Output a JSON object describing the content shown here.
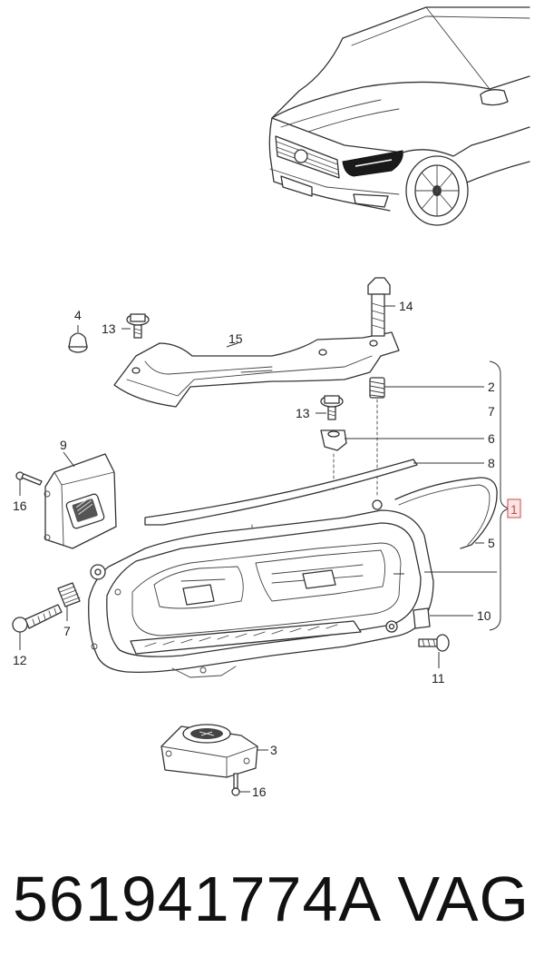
{
  "callouts": {
    "c1": "1",
    "c2": "2",
    "c3": "3",
    "c4": "4",
    "c5": "5",
    "c6": "6",
    "c7a": "7",
    "c7b": "7",
    "c8": "8",
    "c9": "9",
    "c10": "10",
    "c11": "11",
    "c12": "12",
    "c13a": "13",
    "c13b": "13",
    "c14": "14",
    "c15": "15",
    "c16a": "16",
    "c16b": "16"
  },
  "highlight_color": "#e0403c",
  "footer": {
    "part_number": "561941774A",
    "brand": "VAG"
  }
}
